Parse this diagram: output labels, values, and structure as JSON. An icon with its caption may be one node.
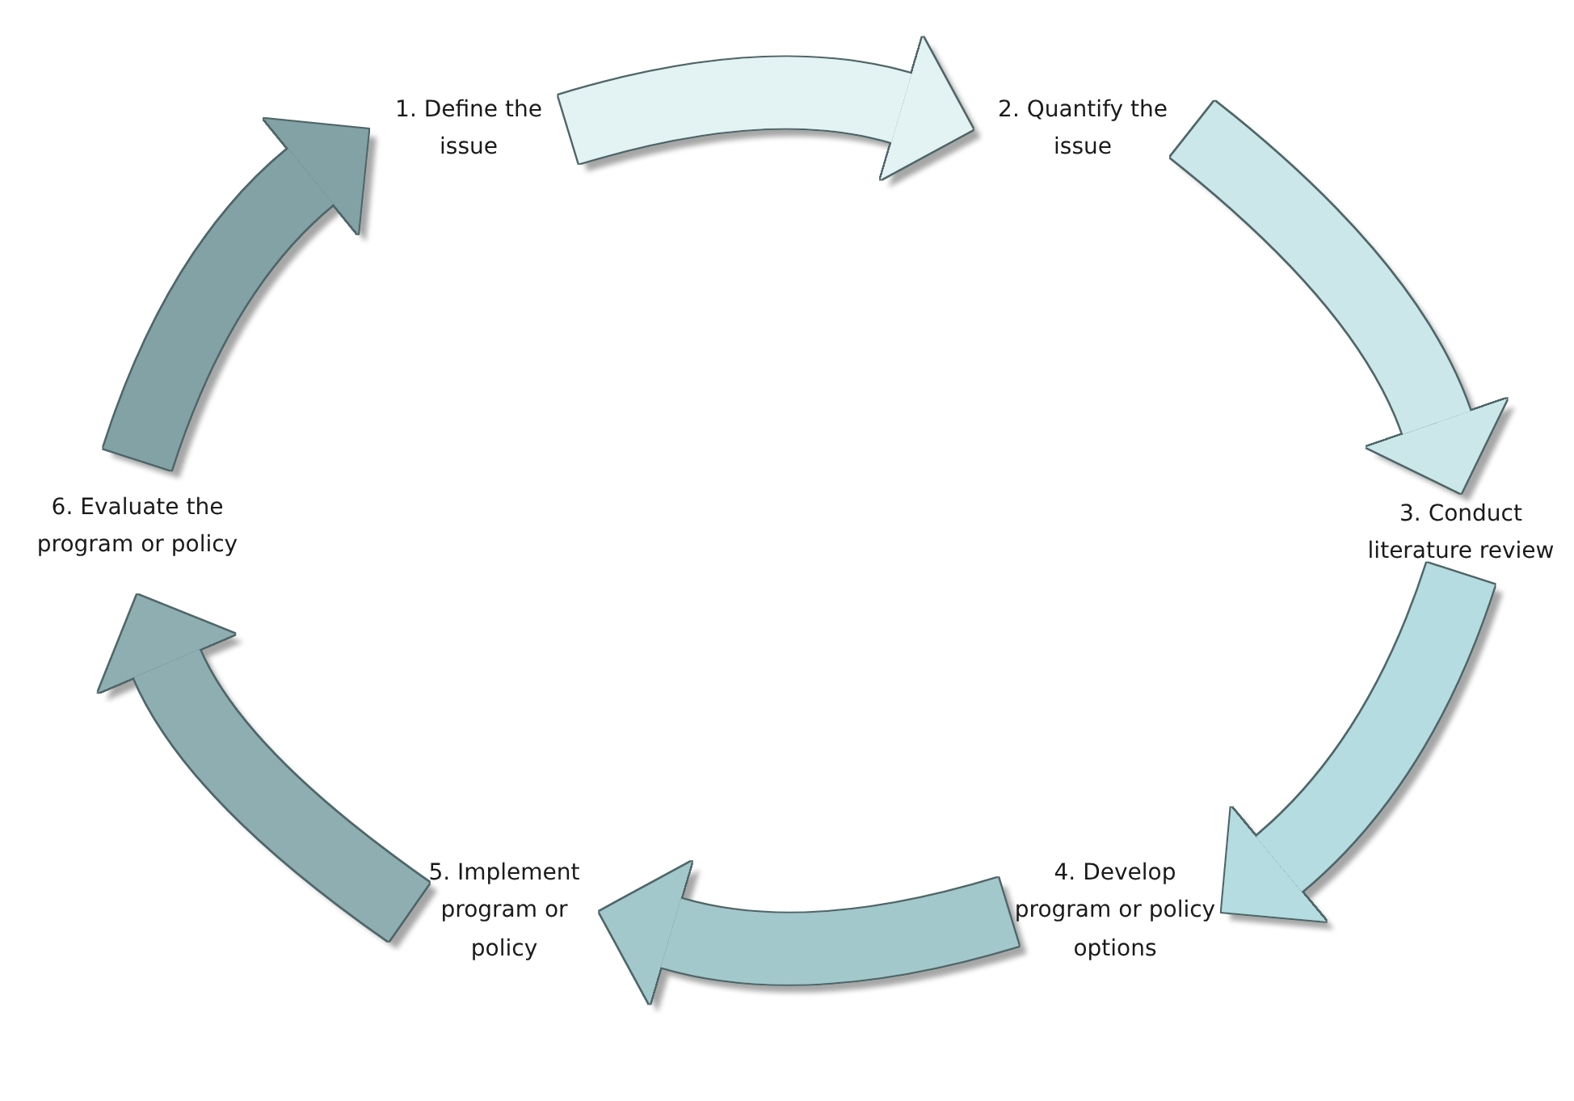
{
  "diagram": {
    "nodes": [
      {
        "text": [
          "1. Define the issue"
        ]
      },
      {
        "text": [
          "2. Quantify the issue"
        ]
      },
      {
        "text": [
          "3. Conduct literature review"
        ]
      },
      {
        "text": [
          "4. Develop program or policy options"
        ]
      },
      {
        "text": [
          "5. Implement program or policy"
        ]
      },
      {
        "text": [
          "6. Evaluate the program or policy"
        ]
      }
    ],
    "edges": [
      {
        "from": 0,
        "to": 1,
        "arrow": "to",
        "color": "#e3f3f4"
      },
      {
        "from": 1,
        "to": 2,
        "arrow": "to",
        "color": "#cbe7ea"
      },
      {
        "from": 2,
        "to": 3,
        "arrow": "to",
        "color": "#b5dce0"
      },
      {
        "from": 3,
        "to": 4,
        "arrow": "to",
        "color": "#a3c8cb"
      },
      {
        "from": 4,
        "to": 5,
        "arrow": "to",
        "color": "#8eaeb2"
      },
      {
        "from": 5,
        "to": 0,
        "arrow": "to",
        "color": "#82a2a6"
      }
    ]
  }
}
